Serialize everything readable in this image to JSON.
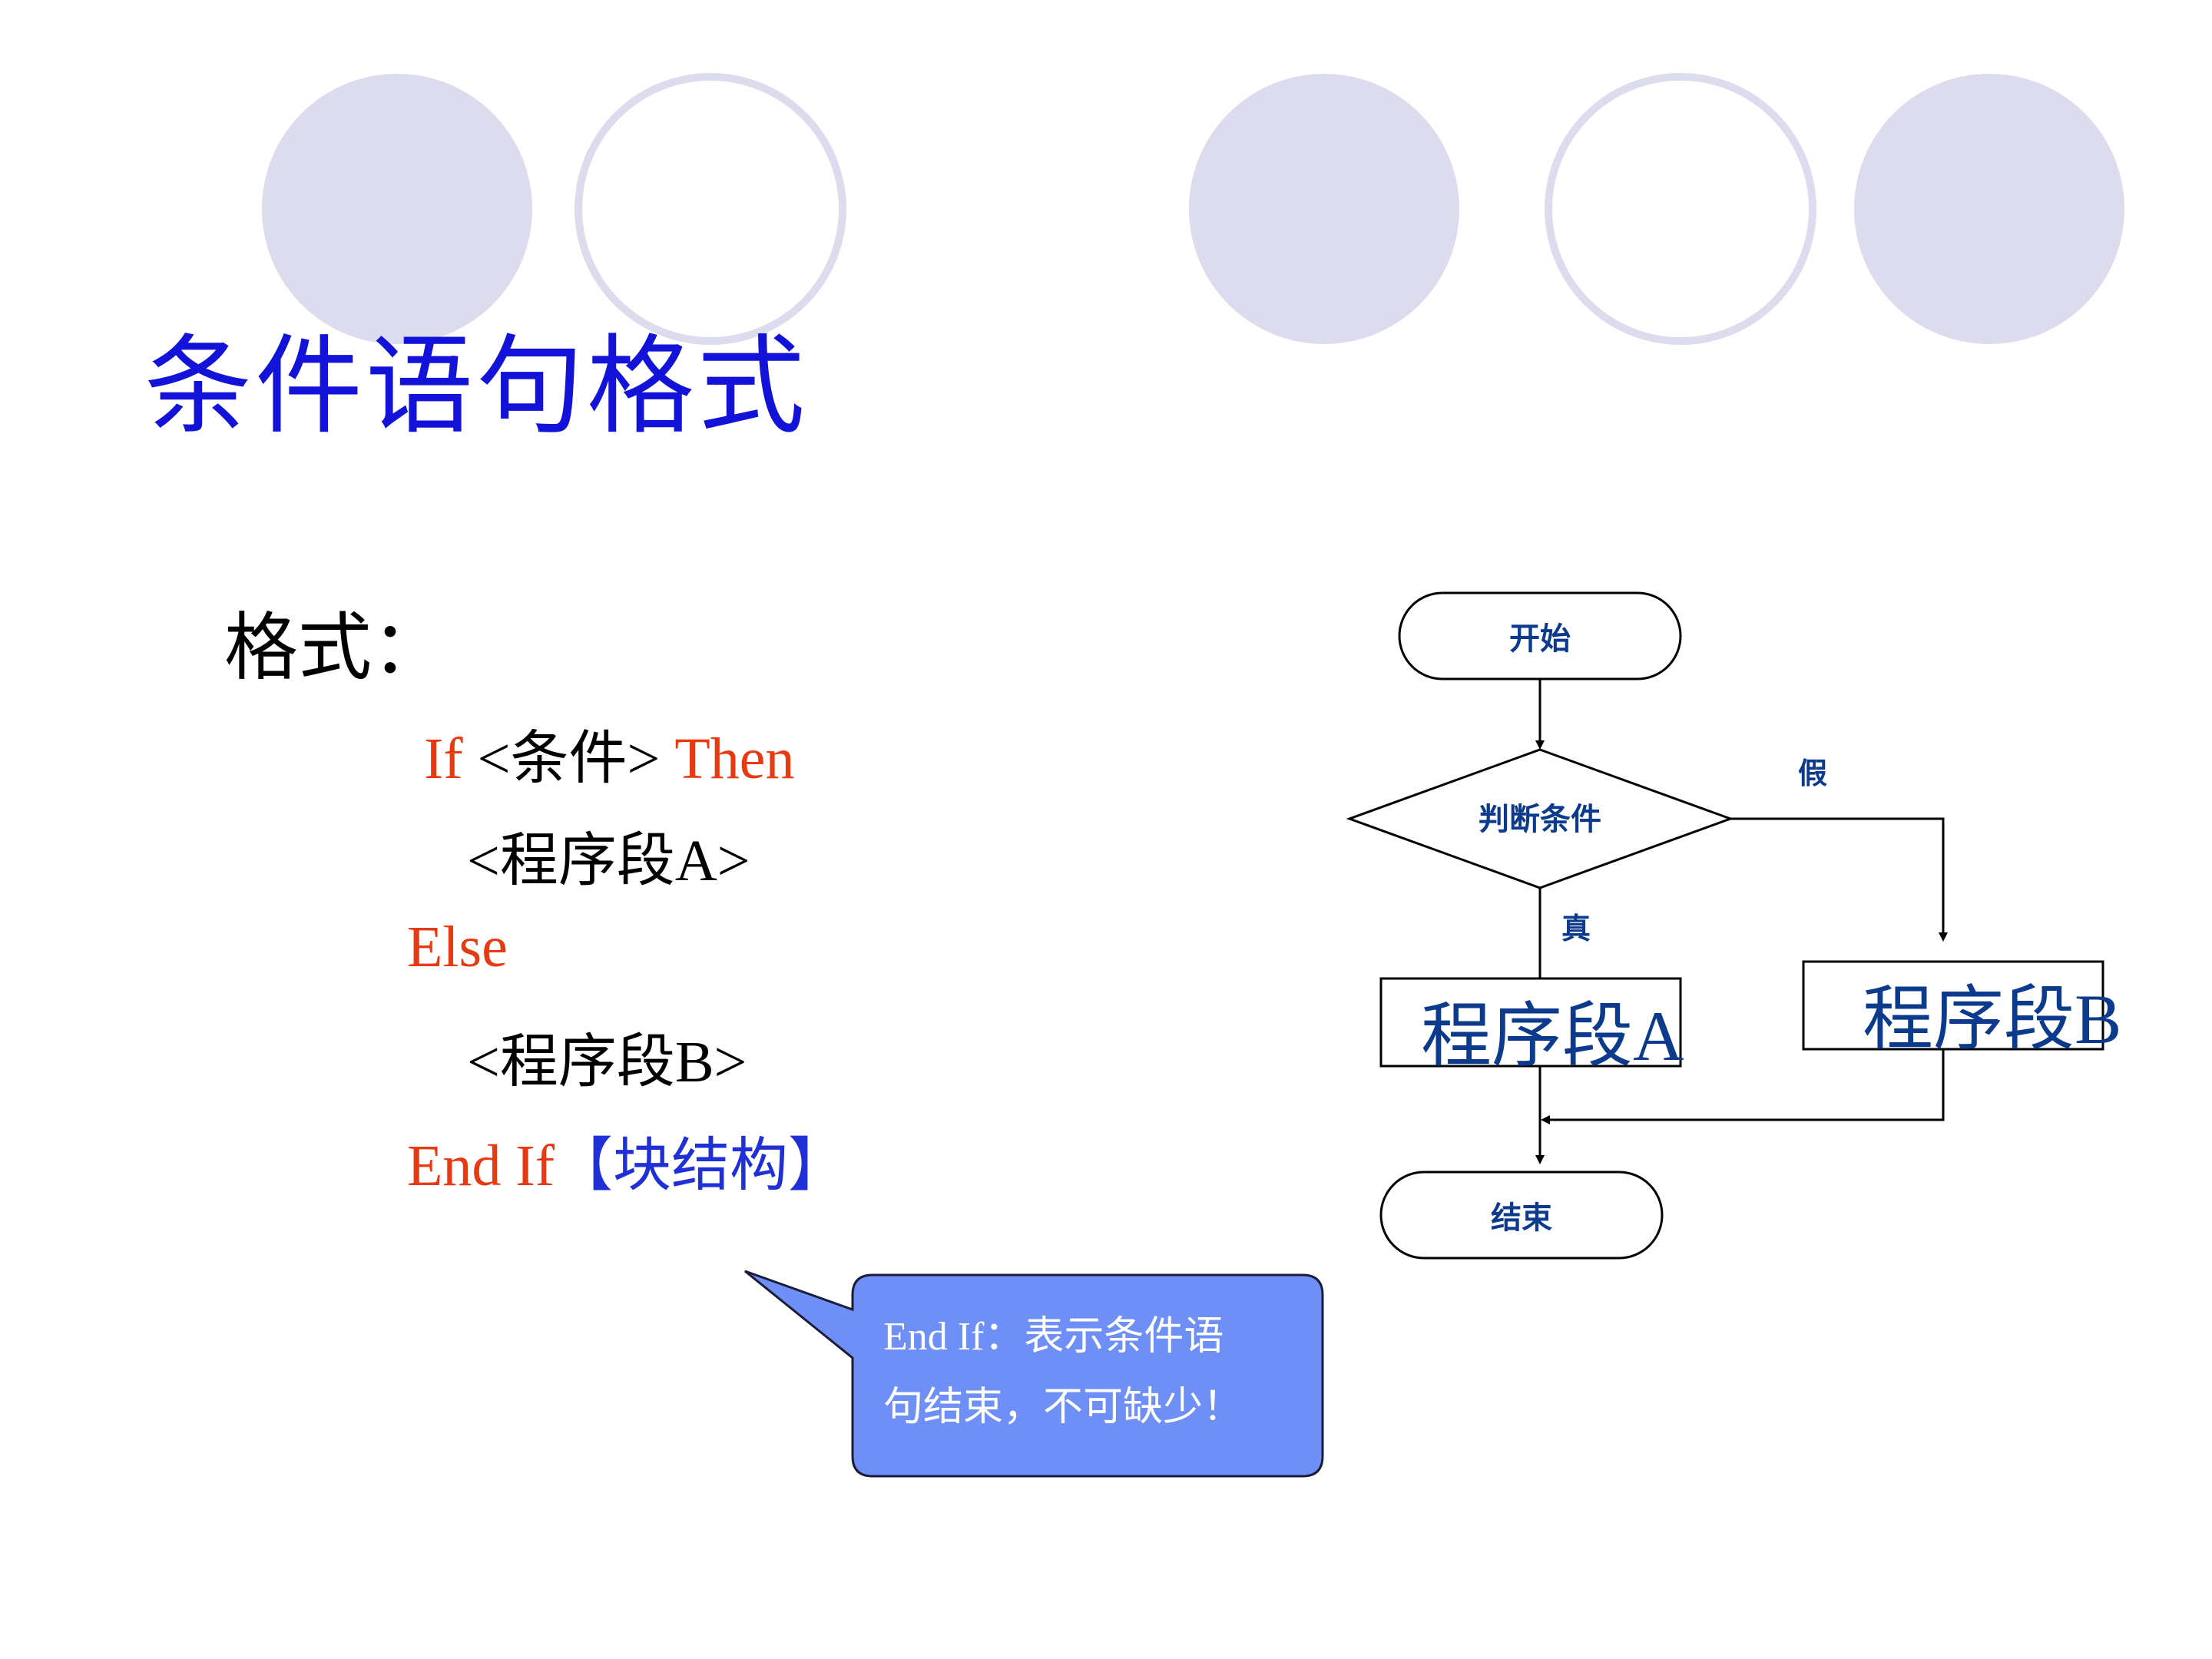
{
  "title": "条件语句格式",
  "format_label": "格式：",
  "code": {
    "line1": {
      "kw_if": "If",
      "cond": " <条件> ",
      "kw_then": "Then"
    },
    "line2": "<程序段A>",
    "line3": {
      "kw_else": "Else"
    },
    "line4": "<程序段B>",
    "line5": {
      "kw_endif": "End If",
      "block_note": "【块结构】"
    }
  },
  "callout": {
    "text_line1": "End If：表示条件语",
    "text_line2": "句结束，不可缺少！"
  },
  "flowchart": {
    "start": "开始",
    "decision": "判断条件",
    "true_label": "真",
    "false_label": "假",
    "block_a": "程序段A",
    "block_b": "程序段B",
    "end": "结束"
  },
  "colors": {
    "title": "#1212d8",
    "keyword": "#e83a12",
    "block_note": "#1f30d6",
    "decor_circle": "#dcdcee",
    "callout_fill": "#6e8ff5",
    "flowchart_text": "#0c3a8c"
  }
}
